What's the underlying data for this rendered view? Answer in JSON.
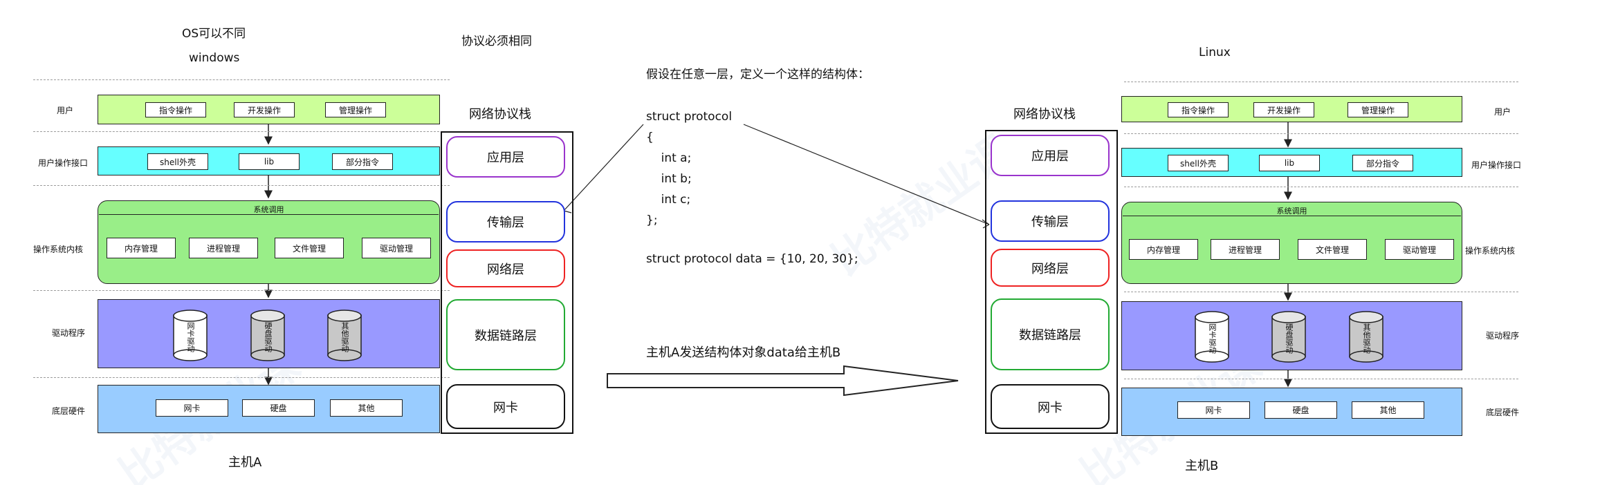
{
  "host_a": {
    "os_note": "OS可以不同",
    "os_name": "windows",
    "caption": "主机A",
    "row_labels": [
      "用户",
      "用户操作接口",
      "操作系统内核",
      "驱动程序",
      "底层硬件"
    ],
    "user_items": [
      "指令操作",
      "开发操作",
      "管理操作"
    ],
    "shell_items": [
      "shell外壳",
      "lib",
      "部分指令"
    ],
    "syscall_label": "系统调用",
    "kernel_items": [
      "内存管理",
      "进程管理",
      "文件管理",
      "驱动管理"
    ],
    "drivers": [
      "网卡驱动",
      "硬盘驱动",
      "其他驱动"
    ],
    "hardware": [
      "网卡",
      "硬盘",
      "其他"
    ],
    "stack_title": "网络协议栈",
    "stack_layers": [
      "应用层",
      "传输层",
      "网络层",
      "数据链路层",
      "网卡"
    ]
  },
  "protocol_note": "协议必须相同",
  "host_b": {
    "os_name": "Linux",
    "caption": "主机B",
    "row_labels": [
      "用户",
      "用户操作接口",
      "操作系统内核",
      "驱动程序",
      "底层硬件"
    ],
    "user_items": [
      "指令操作",
      "开发操作",
      "管理操作"
    ],
    "shell_items": [
      "shell外壳",
      "lib",
      "部分指令"
    ],
    "syscall_label": "系统调用",
    "kernel_items": [
      "内存管理",
      "进程管理",
      "文件管理",
      "驱动管理"
    ],
    "drivers": [
      "网卡驱动",
      "硬盘驱动",
      "其他驱动"
    ],
    "hardware": [
      "网卡",
      "硬盘",
      "其他"
    ],
    "stack_title": "网络协议栈",
    "stack_layers": [
      "应用层",
      "传输层",
      "网络层",
      "数据链路层",
      "网卡"
    ]
  },
  "code": {
    "intro": "假设在任意一层，定义一个这样的结构体：",
    "lines": [
      "struct protocol",
      "{",
      "    int a;",
      "    int b;",
      "    int c;",
      "};",
      "",
      "struct protocol data = {10, 20, 30};"
    ]
  },
  "send_caption": "主机A发送结构体对象data给主机B",
  "watermark": "比特就业课",
  "colors": {
    "user_band": "#ccff99",
    "shell_band": "#66ffff",
    "kernel_band": "#99ee88",
    "driver_band": "#9999ff",
    "hardware_band": "#99ccff",
    "app_layer": "#9933cc",
    "transport_layer": "#2233dd",
    "network_layer": "#ee2222",
    "link_layer": "#22aa33",
    "nic_layer": "#111111"
  }
}
